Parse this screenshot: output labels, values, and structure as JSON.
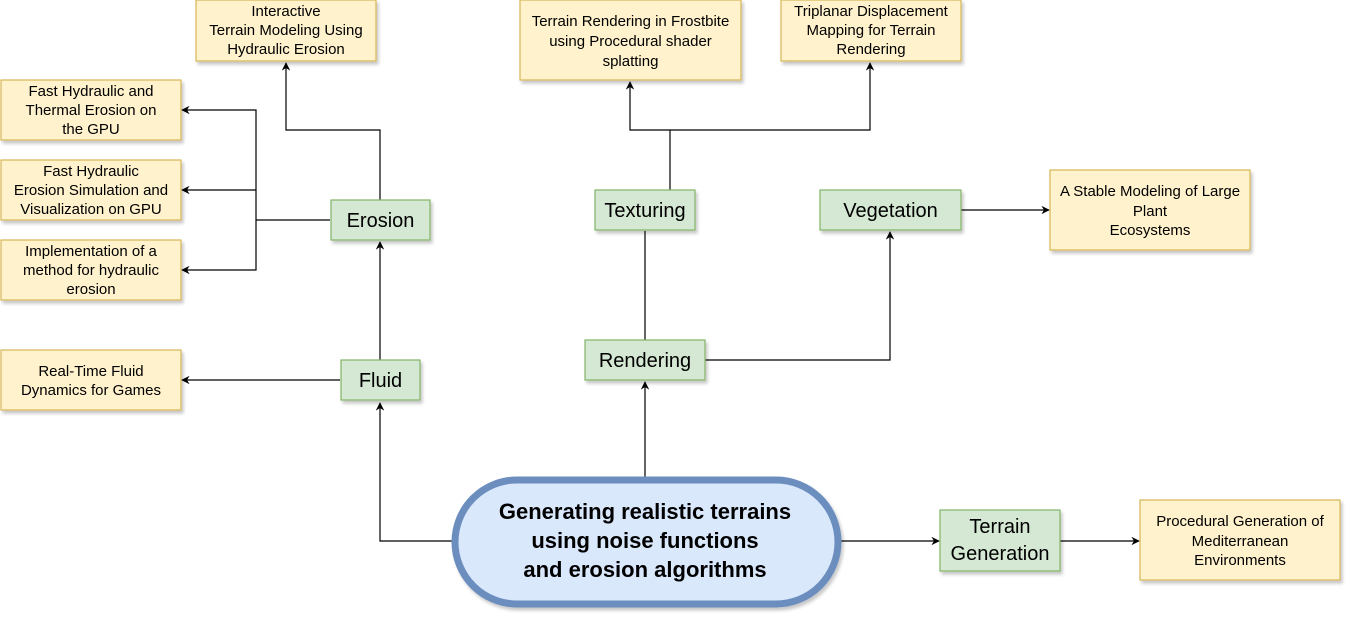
{
  "central": {
    "lines": [
      "Generating realistic terrains",
      "using noise functions",
      "and erosion algorithms"
    ],
    "fill": "#dae8fc",
    "stroke": "#6c8ebf"
  },
  "categories": {
    "erosion": "Erosion",
    "fluid": "Fluid",
    "texturing": "Texturing",
    "rendering": "Rendering",
    "vegetation": "Vegetation",
    "terrain_generation": [
      "Terrain",
      "Generation"
    ]
  },
  "papers": {
    "interactive_terrain": [
      "Interactive",
      "Terrain Modeling Using",
      "Hydraulic Erosion"
    ],
    "fast_thermal": [
      "Fast Hydraulic and",
      "Thermal Erosion on",
      "the GPU"
    ],
    "fast_simulation": [
      "Fast Hydraulic",
      "Erosion Simulation and",
      "Visualization on GPU"
    ],
    "implementation": [
      "Implementation of a",
      "method for hydraulic",
      "erosion"
    ],
    "fluid_dynamics": [
      "Real-Time Fluid",
      "Dynamics for Games"
    ],
    "frostbite": [
      "Terrain Rendering in Frostbite",
      "using Procedural shader",
      "splatting"
    ],
    "triplanar": [
      "Triplanar Displacement",
      "Mapping for Terrain",
      "Rendering"
    ],
    "plant_ecosystems": [
      "A Stable Modeling of Large",
      "Plant",
      "Ecosystems"
    ],
    "mediterranean": [
      "Procedural Generation of",
      "Mediterranean",
      "Environments"
    ]
  },
  "colors": {
    "paper_fill": "#fff2cc",
    "paper_stroke": "#d6b656",
    "category_fill": "#d5e8d4",
    "category_stroke": "#82b366"
  }
}
